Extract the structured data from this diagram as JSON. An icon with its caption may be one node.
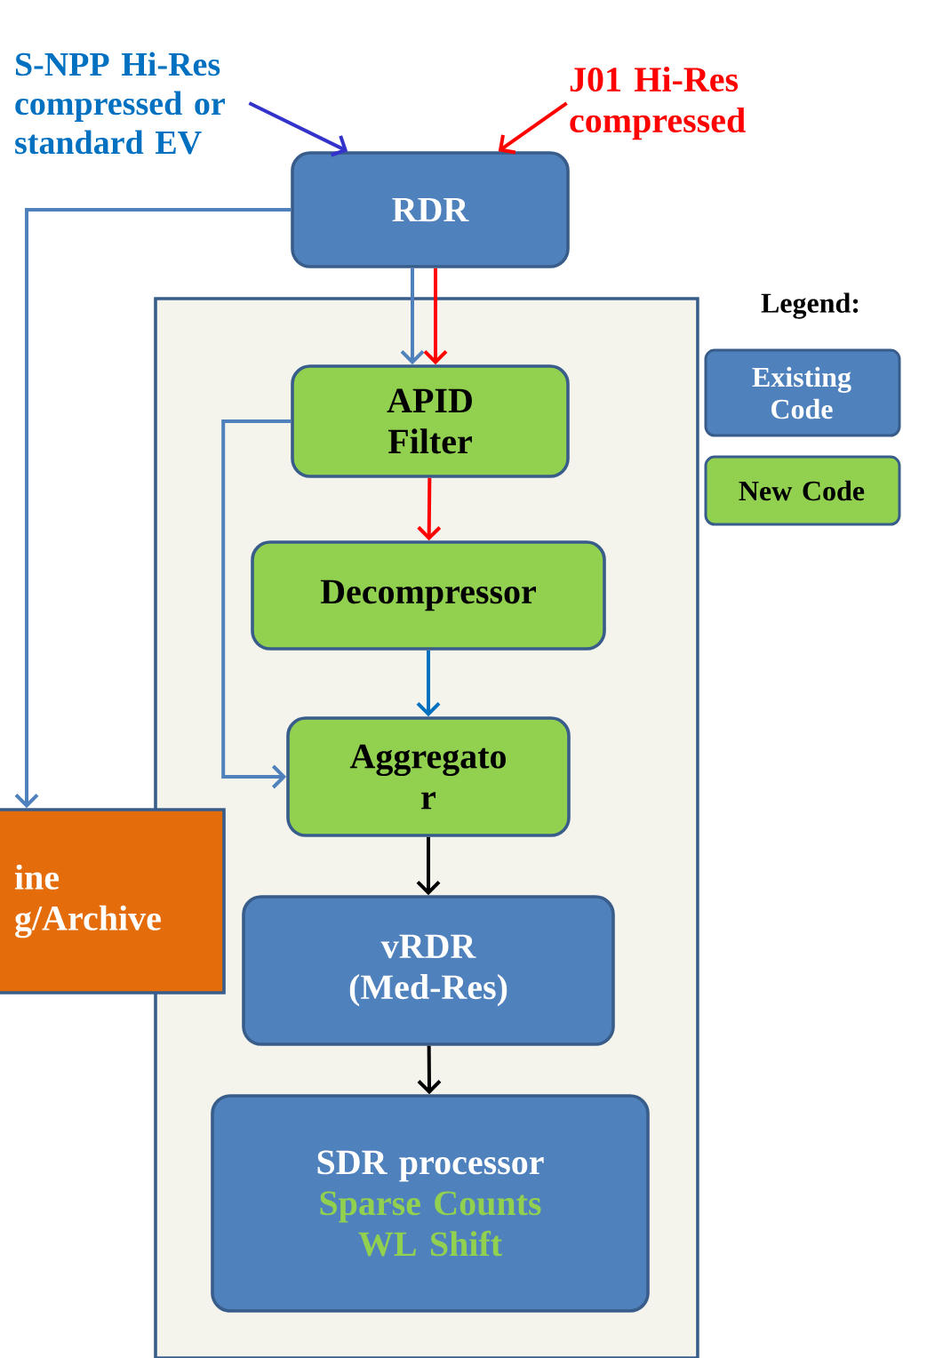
{
  "diagram": {
    "nodes": [
      {
        "text": [
          "S-NPP Hi-Res compressed or standard EV"
        ]
      },
      {
        "text": [
          "J01 Hi-Res compressed"
        ]
      },
      {
        "text": [
          "RDR"
        ]
      },
      {
        "text": [],
        "shape": "box"
      },
      {
        "text": [
          "APID Filter"
        ],
        "in": 3
      },
      {
        "text": [
          "Decompressor"
        ],
        "in": 3
      },
      {
        "text": [
          "Aggregato r"
        ],
        "in": 3
      },
      {
        "text": [
          "vRDR (Med-Res)"
        ],
        "in": 3
      },
      {
        "text": [
          "SDR processor",
          "Sparse Counts WL Shift"
        ],
        "in": 3
      },
      {
        "text": [
          "ine g/Archive"
        ]
      }
    ],
    "edges": [
      {
        "from": 0,
        "to": 2,
        "arrow": "to",
        "color": "#3333cc"
      },
      {
        "from": 1,
        "to": 2,
        "arrow": "to",
        "color": "#ff0000"
      },
      {
        "from": 2,
        "to": 4,
        "arrow": "to",
        "color": "#4f81bd"
      },
      {
        "from": 2,
        "to": 4,
        "arrow": "to",
        "color": "#ff0000"
      },
      {
        "from": 2,
        "to": 9,
        "arrow": "to",
        "color": "#4f81bd"
      },
      {
        "from": 4,
        "to": 5,
        "arrow": "to",
        "color": "#ff0000"
      },
      {
        "from": 4,
        "to": 6,
        "arrow": "to",
        "color": "#4f81bd"
      },
      {
        "from": 5,
        "to": 6,
        "arrow": "to",
        "color": "#0070c0"
      },
      {
        "from": 6,
        "to": 7,
        "arrow": "to",
        "color": "#000000"
      },
      {
        "from": 7,
        "to": 8,
        "arrow": "to",
        "color": "#000000"
      }
    ],
    "labels": [
      "Legend:"
    ],
    "legend": [
      {
        "text": "Existing Code",
        "color": "#4f81bd"
      },
      {
        "text": "New Code",
        "color": "#92d050"
      }
    ]
  }
}
